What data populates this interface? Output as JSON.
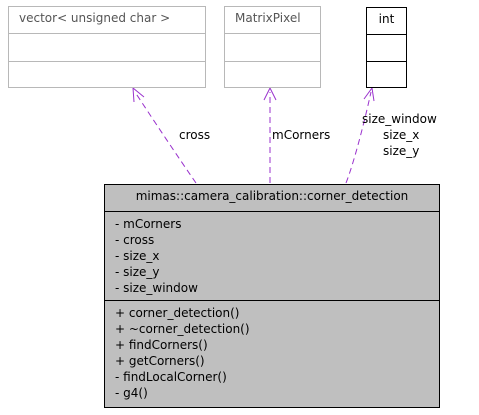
{
  "classes": {
    "vector": {
      "title": "vector< unsigned char >"
    },
    "matrix": {
      "title": "MatrixPixel"
    },
    "int": {
      "title": "int"
    },
    "main": {
      "title": "mimas::camera_calibration::corner_detection",
      "attributes": [
        "- mCorners",
        "- cross",
        "- size_x",
        "- size_y",
        "- size_window"
      ],
      "operations": [
        "+ corner_detection()",
        "+ ~corner_detection()",
        "+ findCorners()",
        "+ getCorners()",
        "- findLocalCorner()",
        "- g4()"
      ]
    }
  },
  "edges": {
    "cross": "cross",
    "mcorners": "mCorners",
    "int_labels": [
      "size_window",
      "size_x",
      "size_y"
    ]
  },
  "colors": {
    "arrow": "#9a32cd",
    "main_fill": "#bfbfbf",
    "muted_border": "#b8b8b8"
  }
}
